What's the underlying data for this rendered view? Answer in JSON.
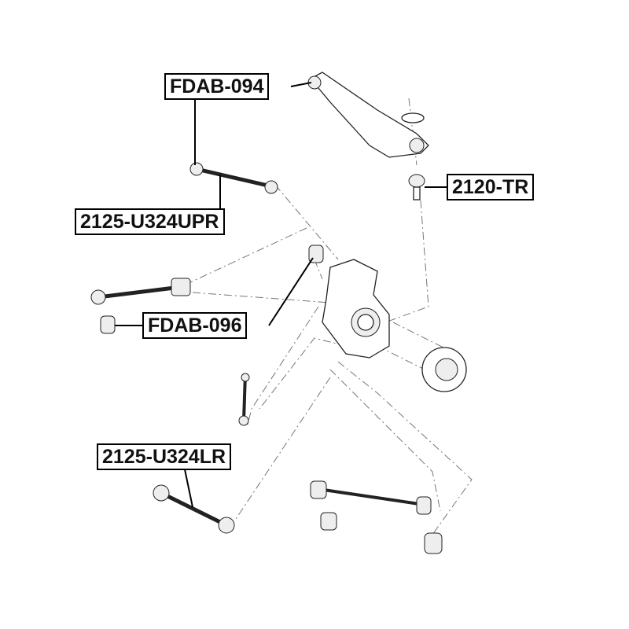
{
  "labels": {
    "fdab_094": "FDAB-094",
    "tr_2120": "2120-TR",
    "upr_2125": "2125-U324UPR",
    "fdab_096": "FDAB-096",
    "lr_2125": "2125-U324LR"
  }
}
